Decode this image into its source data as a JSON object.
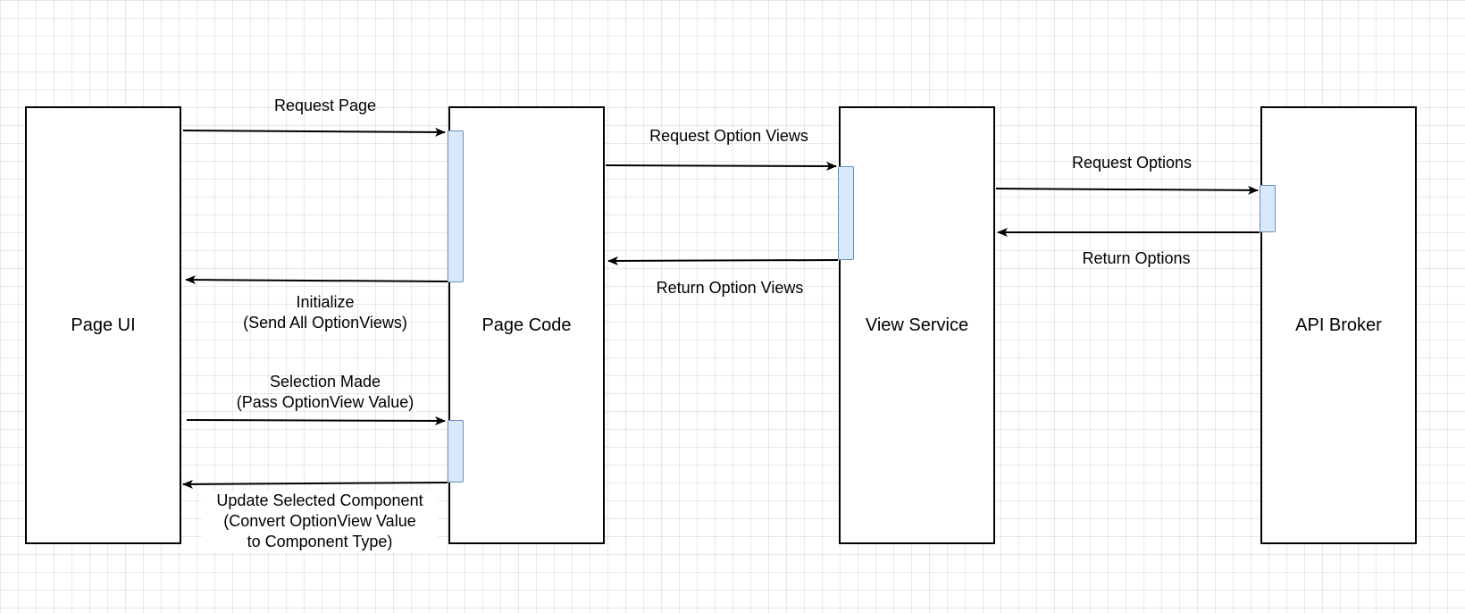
{
  "participants": [
    {
      "id": "page-ui",
      "label": "Page UI"
    },
    {
      "id": "page-code",
      "label": "Page Code"
    },
    {
      "id": "view-service",
      "label": "View Service"
    },
    {
      "id": "api-broker",
      "label": "API Broker"
    }
  ],
  "messages": {
    "request_page": "Request Page",
    "initialize": "Initialize\n(Send All OptionViews)",
    "selection_made": "Selection Made\n(Pass OptionView Value)",
    "update_selected": "Update Selected Component\n(Convert OptionView Value\nto Component Type)",
    "request_option_views": "Request Option Views",
    "return_option_views": "Return Option Views",
    "request_options": "Request Options",
    "return_options": "Return Options"
  },
  "colors": {
    "activation_fill": "#dae8fc",
    "activation_stroke": "#6c8ebf",
    "line": "#000000",
    "grid": "#e6e6e6"
  }
}
